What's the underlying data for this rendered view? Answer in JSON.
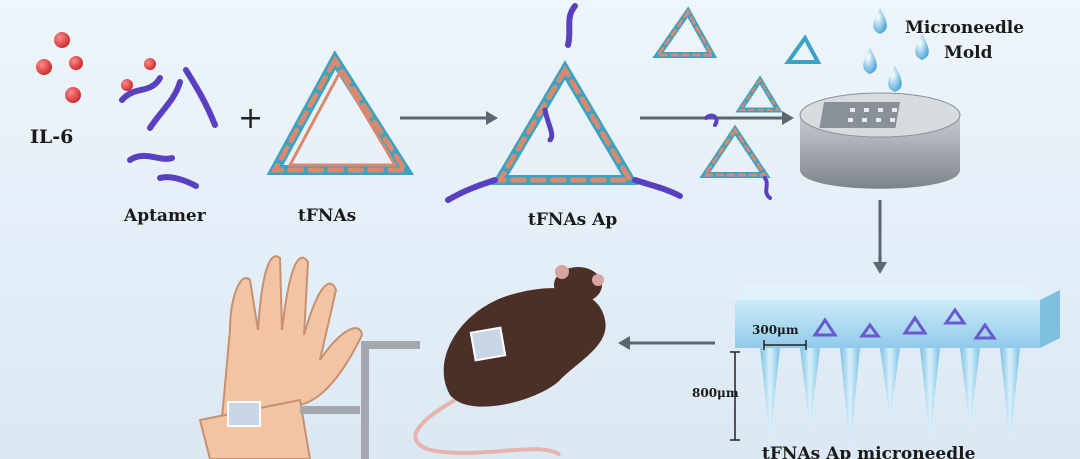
{
  "labels": {
    "il6": "IL-6",
    "aptamer": "Aptamer",
    "plus": "+",
    "tfnas": "tFNAs",
    "tfnas_ap": "tFNAs Ap",
    "microneedle_line1": "Microneedle",
    "microneedle_line2": "Mold",
    "scale_300": "300μm",
    "scale_800": "800μm",
    "bottom_caption": "tFNAs Ap microneedle"
  },
  "colors": {
    "il6_dot": "#d63a3a",
    "aptamer": "#5a3fc0",
    "dna_strand_pink": "#d9896e",
    "dna_strand_cyan": "#3aa3c2",
    "arrow": "#5c6670",
    "mold": "#9aa0a8",
    "patch": "#a7d7ef",
    "mouse": "#4a3026",
    "skin": "#f2c4a4"
  }
}
